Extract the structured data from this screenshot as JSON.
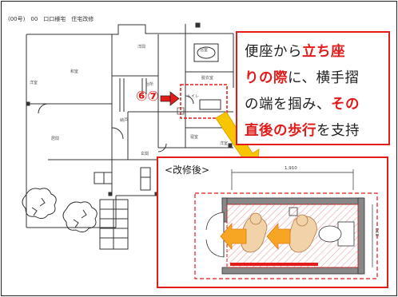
{
  "header": {
    "title": "(00号)　00　口口様宅　住宅改修"
  },
  "rooms": {
    "room_1": "洋間",
    "room_2": "和室",
    "room_3": "洋室",
    "room_4": "居間",
    "room_5": "台所",
    "room_6": "浴室",
    "room_7": "脱衣室",
    "room_8": "寝室",
    "room_9": "トイレ",
    "room_10": "玄関",
    "room_11": "納戸",
    "room_12": "洋室"
  },
  "marker": {
    "text": "⑥⑦"
  },
  "callout": {
    "segments": [
      {
        "text": "便座から",
        "highlight": false
      },
      {
        "text": "立ち座",
        "highlight": true
      },
      {
        "text": "りの際",
        "highlight": true
      },
      {
        "text": "に、横手摺",
        "highlight": false
      },
      {
        "text": "の端を掴み、",
        "highlight": false
      },
      {
        "text": "その",
        "highlight": true
      },
      {
        "text": "直後の歩行",
        "highlight": true
      },
      {
        "text": "を支持",
        "highlight": false
      }
    ]
  },
  "after": {
    "label": "<改修後>",
    "width_dim": "1,910",
    "height_dim": "870"
  },
  "colors": {
    "accent": "#e21b1b",
    "arrow_yellow": "#f7c600",
    "arrow_orange": "#f6a623"
  }
}
